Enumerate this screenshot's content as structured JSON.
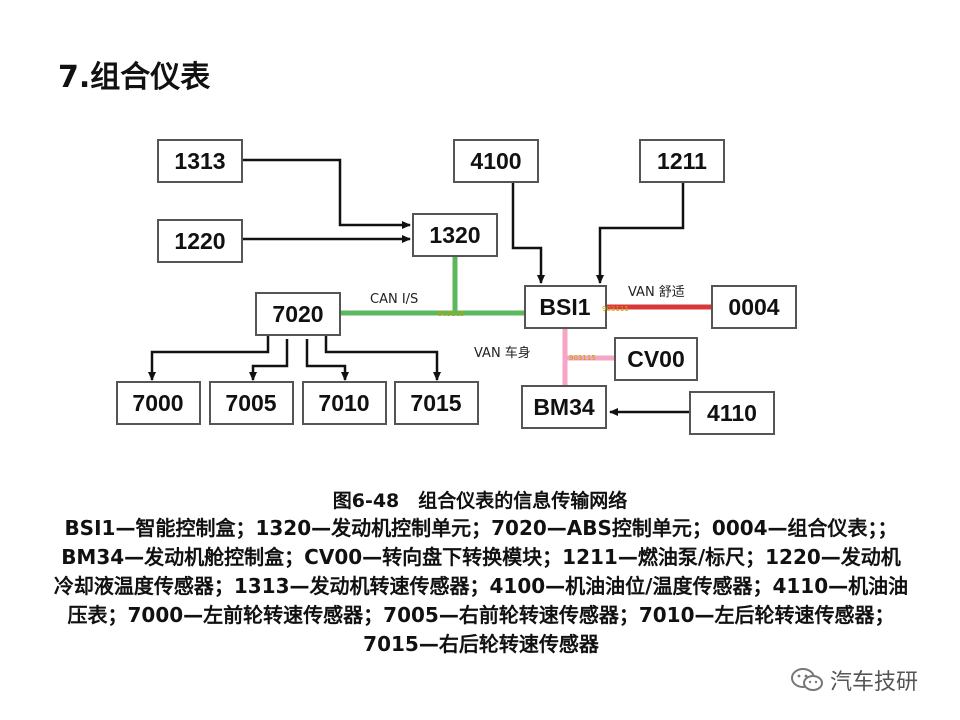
{
  "title": "7.组合仪表",
  "nodes": {
    "n1313": "1313",
    "n1220": "1220",
    "n1320": "1320",
    "n4100": "4100",
    "n1211": "1211",
    "n7020": "7020",
    "nBSI1": "BSI1",
    "n0004": "0004",
    "nCV00": "CV00",
    "nBM34": "BM34",
    "n4110": "4110",
    "n7000": "7000",
    "n7005": "7005",
    "n7010": "7010",
    "n7015": "7015"
  },
  "buses": {
    "can_is": "CAN I/S",
    "van_comfort": "VAN 舒适",
    "van_body": "VAN 车身",
    "tag_can": "903115",
    "tag_comfort": "903115",
    "tag_body": "903115"
  },
  "colors": {
    "can": "#5cb85c",
    "van_comfort": "#d9383a",
    "van_body": "#f4a6c6"
  },
  "caption": "图6-48　组合仪表的信息传输网络",
  "legend": "BSI1—智能控制盒；1320—发动机控制单元；7020—ABS控制单元；0004—组合仪表；；BM34—发动机舱控制盒；CV00—转向盘下转换模块；1211—燃油泵/标尺；1220—发动机冷却液温度传感器；1313—发动机转速传感器；4100—机油油位/温度传感器；4110—机油油压表；7000—左前轮转速传感器；7005—右前轮转速传感器；7010—左后轮转速传感器；7015—右后轮转速传感器",
  "watermark": "汽车技研"
}
